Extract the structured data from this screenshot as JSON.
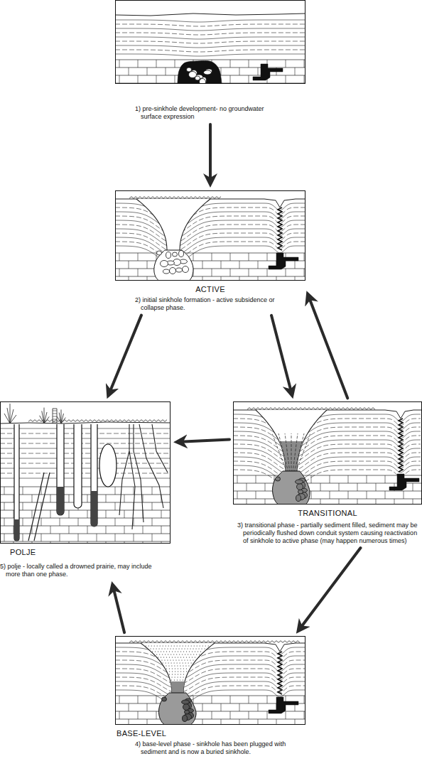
{
  "diagram": {
    "nodes": [
      {
        "text": [
          "1) pre-sinkhole development- no groundwater surface expression"
        ]
      },
      {
        "text": [
          "ACTIVE",
          "2) initial sinkhole formation - active subsidence or collapse phase."
        ]
      },
      {
        "text": [
          "POLJE",
          "5) polje - locally called a drowned prairie, may include more than one phase."
        ]
      },
      {
        "text": [
          "TRANSITIONAL",
          "3) transitional phase - partially sediment filled, sediment may be periodically flushed down conduit system causing reactivation of sinkhole to active phase (may happen numerous times)"
        ]
      },
      {
        "text": [
          "BASE-LEVEL",
          "4) base-level phase - sinkhole has been plugged with sediment and is now a buried sinkhole."
        ]
      }
    ],
    "edges": [
      {
        "from": 0,
        "to": 1,
        "arrow": "to"
      },
      {
        "from": 1,
        "to": 2,
        "arrow": "to"
      },
      {
        "from": 1,
        "to": 3,
        "arrow": "to"
      },
      {
        "from": 3,
        "to": 1,
        "arrow": "to"
      },
      {
        "from": 3,
        "to": 2,
        "arrow": "to"
      },
      {
        "from": 3,
        "to": 4,
        "arrow": "to"
      },
      {
        "from": 4,
        "to": 2,
        "arrow": "to"
      }
    ]
  }
}
